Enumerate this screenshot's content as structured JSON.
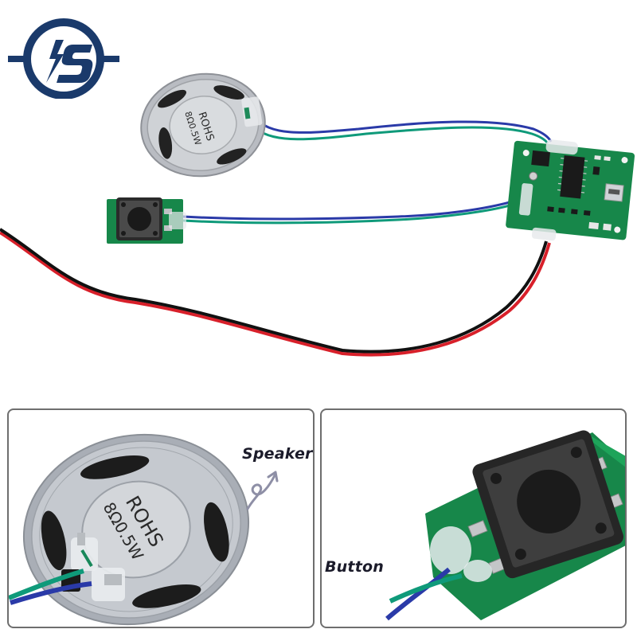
{
  "brand": {
    "logo_icon": "lightning-s-logo",
    "logo_color": "#1a3a6b"
  },
  "main_photo": {
    "description": "Voice recording module kit: speaker, push button, control PCB, red/black power leads",
    "speaker_marking_line1": "ROHS",
    "speaker_marking_line2": "8Ω0.5W",
    "wire_colors": {
      "signal_a": "#2a3aa8",
      "signal_b": "#0f9a7a",
      "power_pos": "#d8202a",
      "power_neg": "#111111"
    },
    "pcb_color": "#17874a"
  },
  "detail_panels": [
    {
      "label": "Speaker",
      "marking_line1": "ROHS",
      "marking_line2": "8Ω0.5W"
    },
    {
      "label": "Button"
    }
  ]
}
